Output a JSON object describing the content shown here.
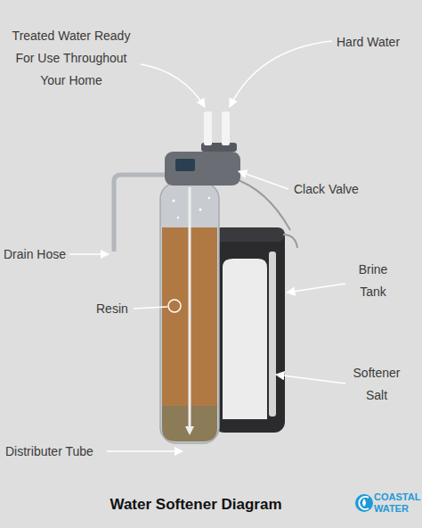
{
  "diagram": {
    "title": "Water Softener Diagram",
    "labels": [
      "Treated Water Ready For Use Throughout Your Home",
      "Hard Water",
      "Clack Valve",
      "Drain Hose",
      "Brine Tank",
      "Resin",
      "Softener Salt",
      "Distributer Tube",
      "COASTAL WATER"
    ]
  }
}
